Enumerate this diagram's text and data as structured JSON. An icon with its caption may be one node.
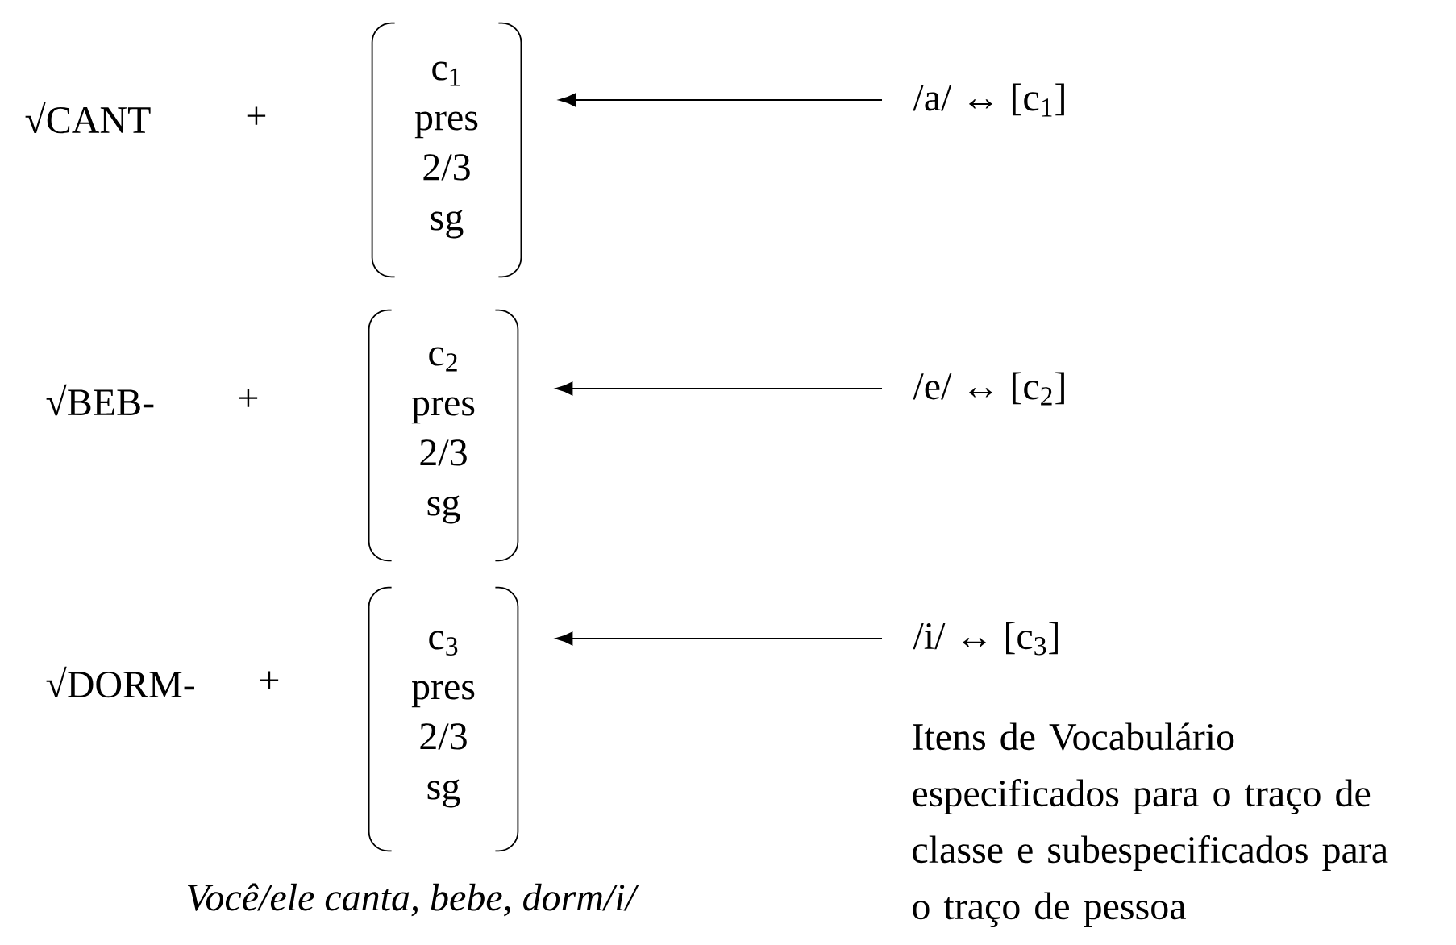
{
  "diagram": {
    "caption": "Você/ele canta, bebe, dorm/i/",
    "nodes": [
      {
        "text": [
          "c$_{1}$",
          "pres",
          "2/3",
          "sg"
        ]
      },
      {
        "text": [
          "/a/ ↔ [c$_{1}$]"
        ]
      },
      {
        "text": [
          "c$_{2}$",
          "pres",
          "2/3",
          "sg"
        ]
      },
      {
        "text": [
          "/e/ ↔ [c$_{2}$]"
        ]
      },
      {
        "text": [
          "c$_{3}$",
          "pres",
          "2/3",
          "sg"
        ]
      },
      {
        "text": [
          "/i/ ↔ [c$_{3}$]"
        ]
      }
    ],
    "edges": [
      {
        "from": 1,
        "to": 0,
        "arrow": "to"
      },
      {
        "from": 3,
        "to": 2,
        "arrow": "to"
      },
      {
        "from": 5,
        "to": 4,
        "arrow": "to"
      }
    ],
    "labels": [
      "√CANT",
      "+",
      "√BEB-",
      "+",
      "√DORM-",
      "+",
      "Itens de Vocabulário especificados para o traço de classe e subespecificados para o traço de pessoa"
    ]
  }
}
